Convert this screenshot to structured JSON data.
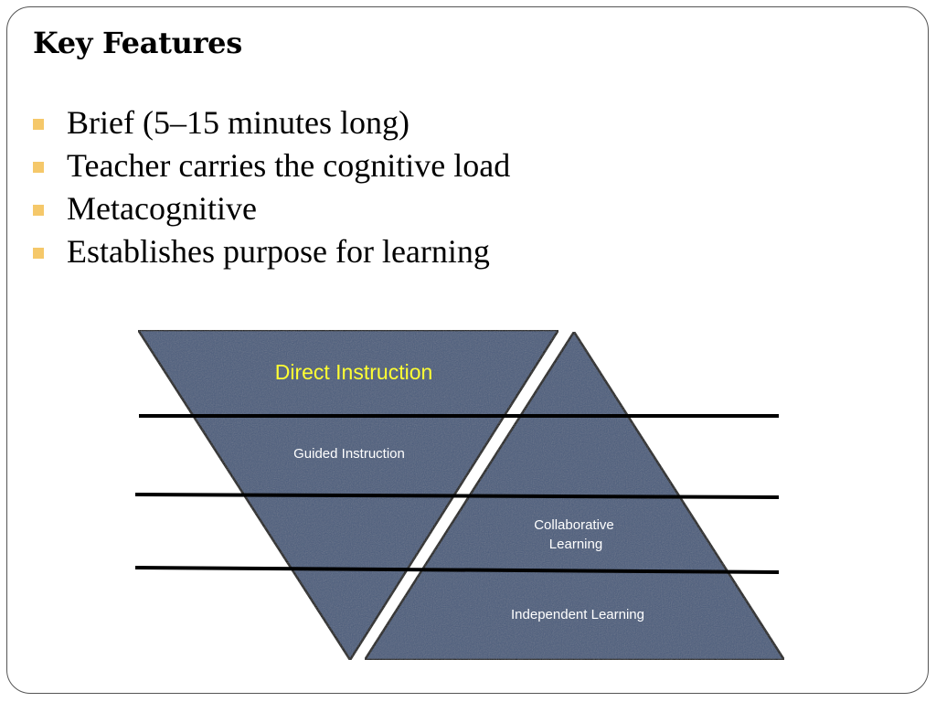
{
  "slide": {
    "title": "Key Features",
    "bullets": [
      {
        "text": "Brief (5–15 minutes long)"
      },
      {
        "text": "Teacher carries the cognitive load"
      },
      {
        "text": "Metacognitive"
      },
      {
        "text": "Establishes purpose for learning"
      }
    ]
  },
  "diagram": {
    "levels": [
      {
        "label": "Direct Instruction",
        "color": "#ffff33"
      },
      {
        "label": "Guided Instruction",
        "color": "#ffffff"
      },
      {
        "label_lines": [
          "Collaborative",
          "Learning"
        ],
        "color": "#ffffff"
      },
      {
        "label": "Independent Learning",
        "color": "#ffffff"
      }
    ]
  },
  "colors": {
    "bullet_marker": "#f5c86a",
    "shape_fill": "#4a5c7c",
    "shape_stroke": "#000000",
    "frame_border": "#555555"
  }
}
